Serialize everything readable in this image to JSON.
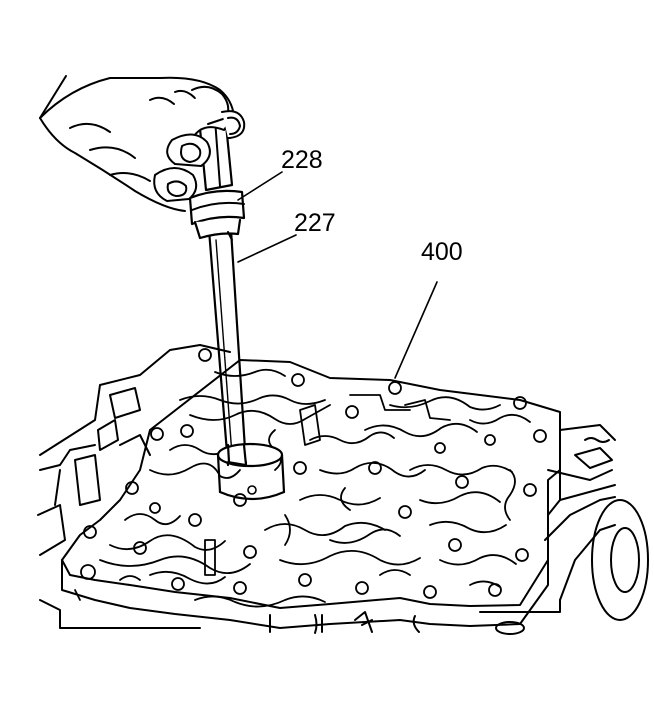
{
  "callouts": {
    "tool_228": "228",
    "tool_227": "227",
    "valve_body_400": "400"
  },
  "colors": {
    "line": "#000000",
    "background": "#ffffff"
  }
}
